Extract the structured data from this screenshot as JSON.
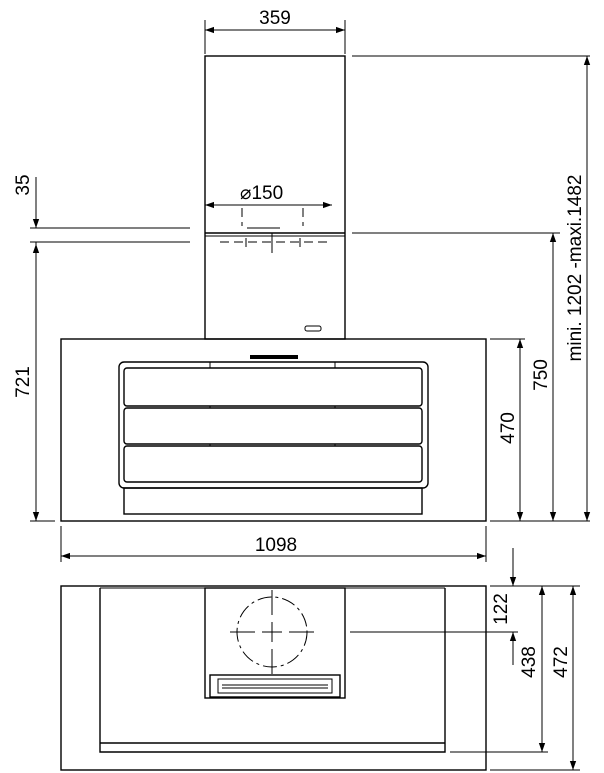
{
  "dimensions": {
    "chimney_width": "359",
    "duct_offset": "35",
    "duct_diameter": "⌀150",
    "hood_to_duct_height": "721",
    "height_750": "750",
    "height_range": "mini. 1202 -maxi.1482",
    "canopy_height": "470",
    "total_width": "1098",
    "depth_122": "122",
    "depth_438": "438",
    "depth_472": "472"
  }
}
